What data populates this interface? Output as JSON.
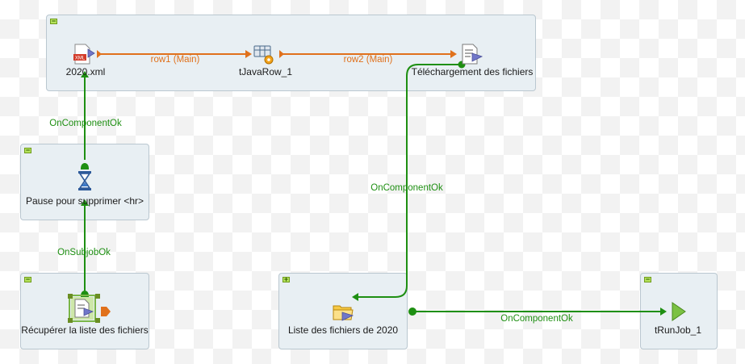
{
  "subjobs": {
    "top": {
      "toggle": "−"
    },
    "pause": {
      "toggle": "−"
    },
    "recuperer": {
      "toggle": "−"
    },
    "liste": {
      "toggle": "+"
    },
    "runjob": {
      "toggle": "−"
    }
  },
  "components": {
    "xml_input": {
      "label": "2020.xml",
      "icon": "xml-file-icon",
      "badge": "XML"
    },
    "java_row": {
      "label": "tJavaRow_1",
      "icon": "java-row-icon"
    },
    "telechargement": {
      "label": "Téléchargement des fichiers",
      "icon": "file-download-icon"
    },
    "pause": {
      "label": "Pause pour supprimer <hr>",
      "icon": "hourglass-icon"
    },
    "recuperer": {
      "label": "Récupérer la liste des fichiers",
      "icon": "file-list-icon"
    },
    "liste": {
      "label": "Liste des fichiers de 2020",
      "icon": "folder-list-icon"
    },
    "run_job": {
      "label": "tRunJob_1",
      "icon": "run-job-icon"
    }
  },
  "links": {
    "row1": "row1 (Main)",
    "row2": "row2 (Main)",
    "ok_xml": "OnComponentOk",
    "ok_liste_telechargement": "OnComponentOk",
    "subjob_ok": "OnSubjobOk",
    "ok_liste_runjob": "OnComponentOk"
  },
  "colors": {
    "main_link": "#e0711c",
    "trigger_link": "#1e8f12",
    "subjob_bg": "#e8eff3",
    "subjob_border": "#bac7d0"
  }
}
